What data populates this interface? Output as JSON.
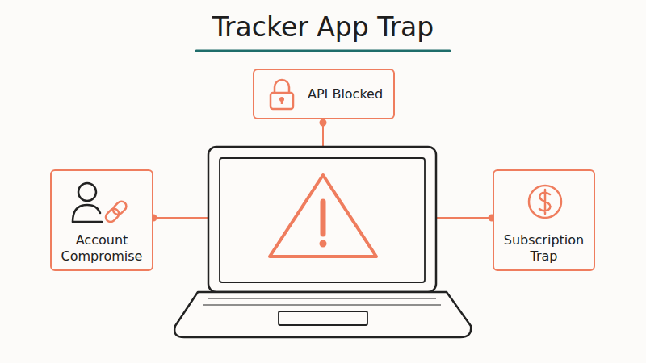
{
  "diagram": {
    "title": "Tracker App Trap",
    "nodes": [
      {
        "text": [
          "API Blocked"
        ]
      },
      {
        "text": [
          "Account Compromise"
        ]
      },
      {
        "text": [
          "Subscription Trap"
        ]
      }
    ]
  }
}
